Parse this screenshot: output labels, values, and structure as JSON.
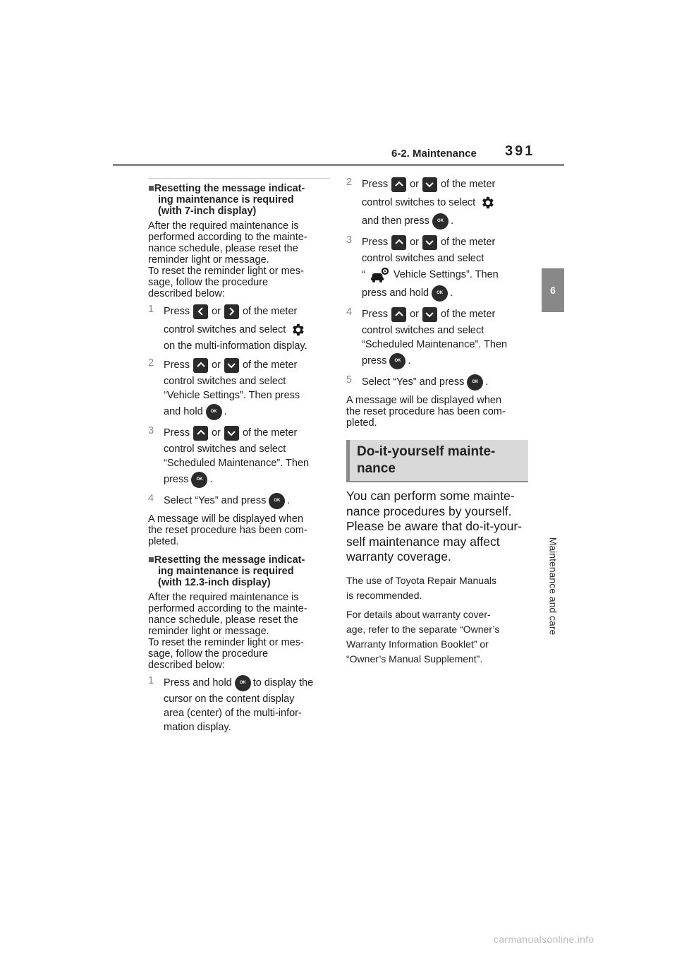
{
  "header": {
    "section": "6-2. Maintenance",
    "page_number": "391"
  },
  "side_tab": {
    "chapter_number": "6",
    "chapter_label": "Maintenance and care"
  },
  "left": {
    "heading1": [
      "Resetting the message indicat-",
      "ing maintenance is required",
      "(with 7-inch display)"
    ],
    "intro1": [
      "After the required maintenance is",
      "performed according to the mainte-",
      "nance schedule, please reset the",
      "reminder light or message.",
      "To reset the reminder light or mes-",
      "sage, follow the procedure",
      "described below:"
    ],
    "steps1": {
      "s1": {
        "num": "1",
        "a": "Press",
        "b": "or",
        "c": "of the meter",
        "d": "control switches and select",
        "e": "on the multi-information display."
      },
      "s2": {
        "num": "2",
        "a": "Press",
        "b": "or",
        "c": "of the meter",
        "d": "control switches and select",
        "e": "“Vehicle Settings”. Then press",
        "f": "and hold",
        "g": "."
      },
      "s3": {
        "num": "3",
        "a": "Press",
        "b": "or",
        "c": "of the meter",
        "d": "control switches and select",
        "e": "“Scheduled Maintenance”. Then",
        "f": "press",
        "g": "."
      },
      "s4": {
        "num": "4",
        "a": "Select “Yes” and press",
        "g": "."
      }
    },
    "result1": [
      "A message will be displayed when",
      "the reset procedure has been com-",
      "pleted."
    ],
    "heading2": [
      "Resetting the message indicat-",
      "ing maintenance is required",
      "(with 12.3-inch display)"
    ],
    "intro2": [
      "After the required maintenance is",
      "performed according to the mainte-",
      "nance schedule, please reset the",
      "reminder light or message.",
      "To reset the reminder light or mes-",
      "sage, follow the procedure",
      "described below:"
    ],
    "steps2": {
      "s1": {
        "num": "1",
        "a": "Press and hold",
        "b": "to display the",
        "c": "cursor on the content display",
        "d": "area (center) of the multi-infor-",
        "e": "mation display."
      }
    }
  },
  "right": {
    "steps": {
      "s2": {
        "num": "2",
        "a": "Press",
        "b": "or",
        "c": "of the meter",
        "d": "control switches to select",
        "e": "and then press",
        "g": "."
      },
      "s3": {
        "num": "3",
        "a": "Press",
        "b": "or",
        "c": "of the meter",
        "d": "control switches and select",
        "e": "“",
        "f": "Vehicle Settings”. Then",
        "h": "press and hold",
        "g": "."
      },
      "s4": {
        "num": "4",
        "a": "Press",
        "b": "or",
        "c": "of the meter",
        "d": "control switches and select",
        "e": "“Scheduled Maintenance”. Then",
        "f": "press",
        "g": "."
      },
      "s5": {
        "num": "5",
        "a": "Select “Yes” and press",
        "g": "."
      }
    },
    "result": [
      "A message will be displayed when",
      "the reset procedure has been com-",
      "pleted."
    ],
    "diy_title": [
      "Do-it-yourself mainte-",
      "nance"
    ],
    "diy_big": [
      "You can perform some mainte-",
      "nance procedures by yourself.",
      "Please be aware that do-it-your-",
      "self maintenance may affect",
      "warranty coverage."
    ],
    "diy_p1": [
      "The use of Toyota Repair Manuals",
      "is recommended."
    ],
    "diy_p2": [
      "For details about warranty cover-",
      "age, refer to the separate “Owner’s",
      "Warranty Information Booklet” or",
      "“Owner’s Manual Supplement”."
    ]
  },
  "ok_label": "OK",
  "square_bullet": "■",
  "watermark": "carmanualsonline.info"
}
